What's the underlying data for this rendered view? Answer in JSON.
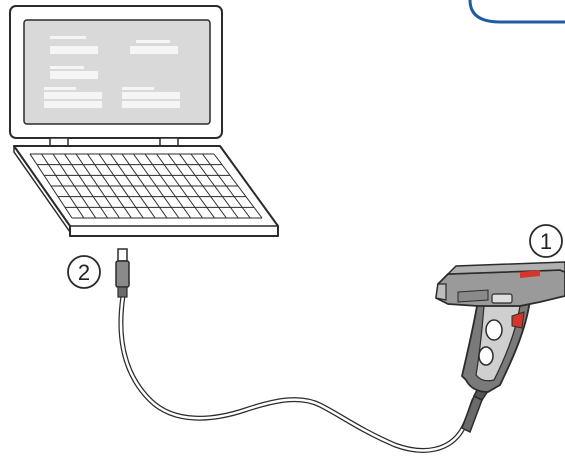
{
  "callouts": [
    {
      "number": "1",
      "label": ""
    },
    {
      "number": "2",
      "label": ""
    }
  ],
  "colors": {
    "outline": "#2b2b2b",
    "screen_gray": "#d9d9d9",
    "screen_bars": "#f5f5f5",
    "device_body": "#7a7a7a",
    "device_top": "#b0b0b0",
    "device_light": "#cfcfcf",
    "trigger_red": "#d6352b",
    "accent_blue": "#1f5aa6",
    "cable": "#ffffff"
  },
  "icons": {
    "laptop": "laptop-icon",
    "scanner": "handheld-scanner-icon",
    "usb_plug": "usb-connector-icon",
    "cable": "usb-cable"
  }
}
